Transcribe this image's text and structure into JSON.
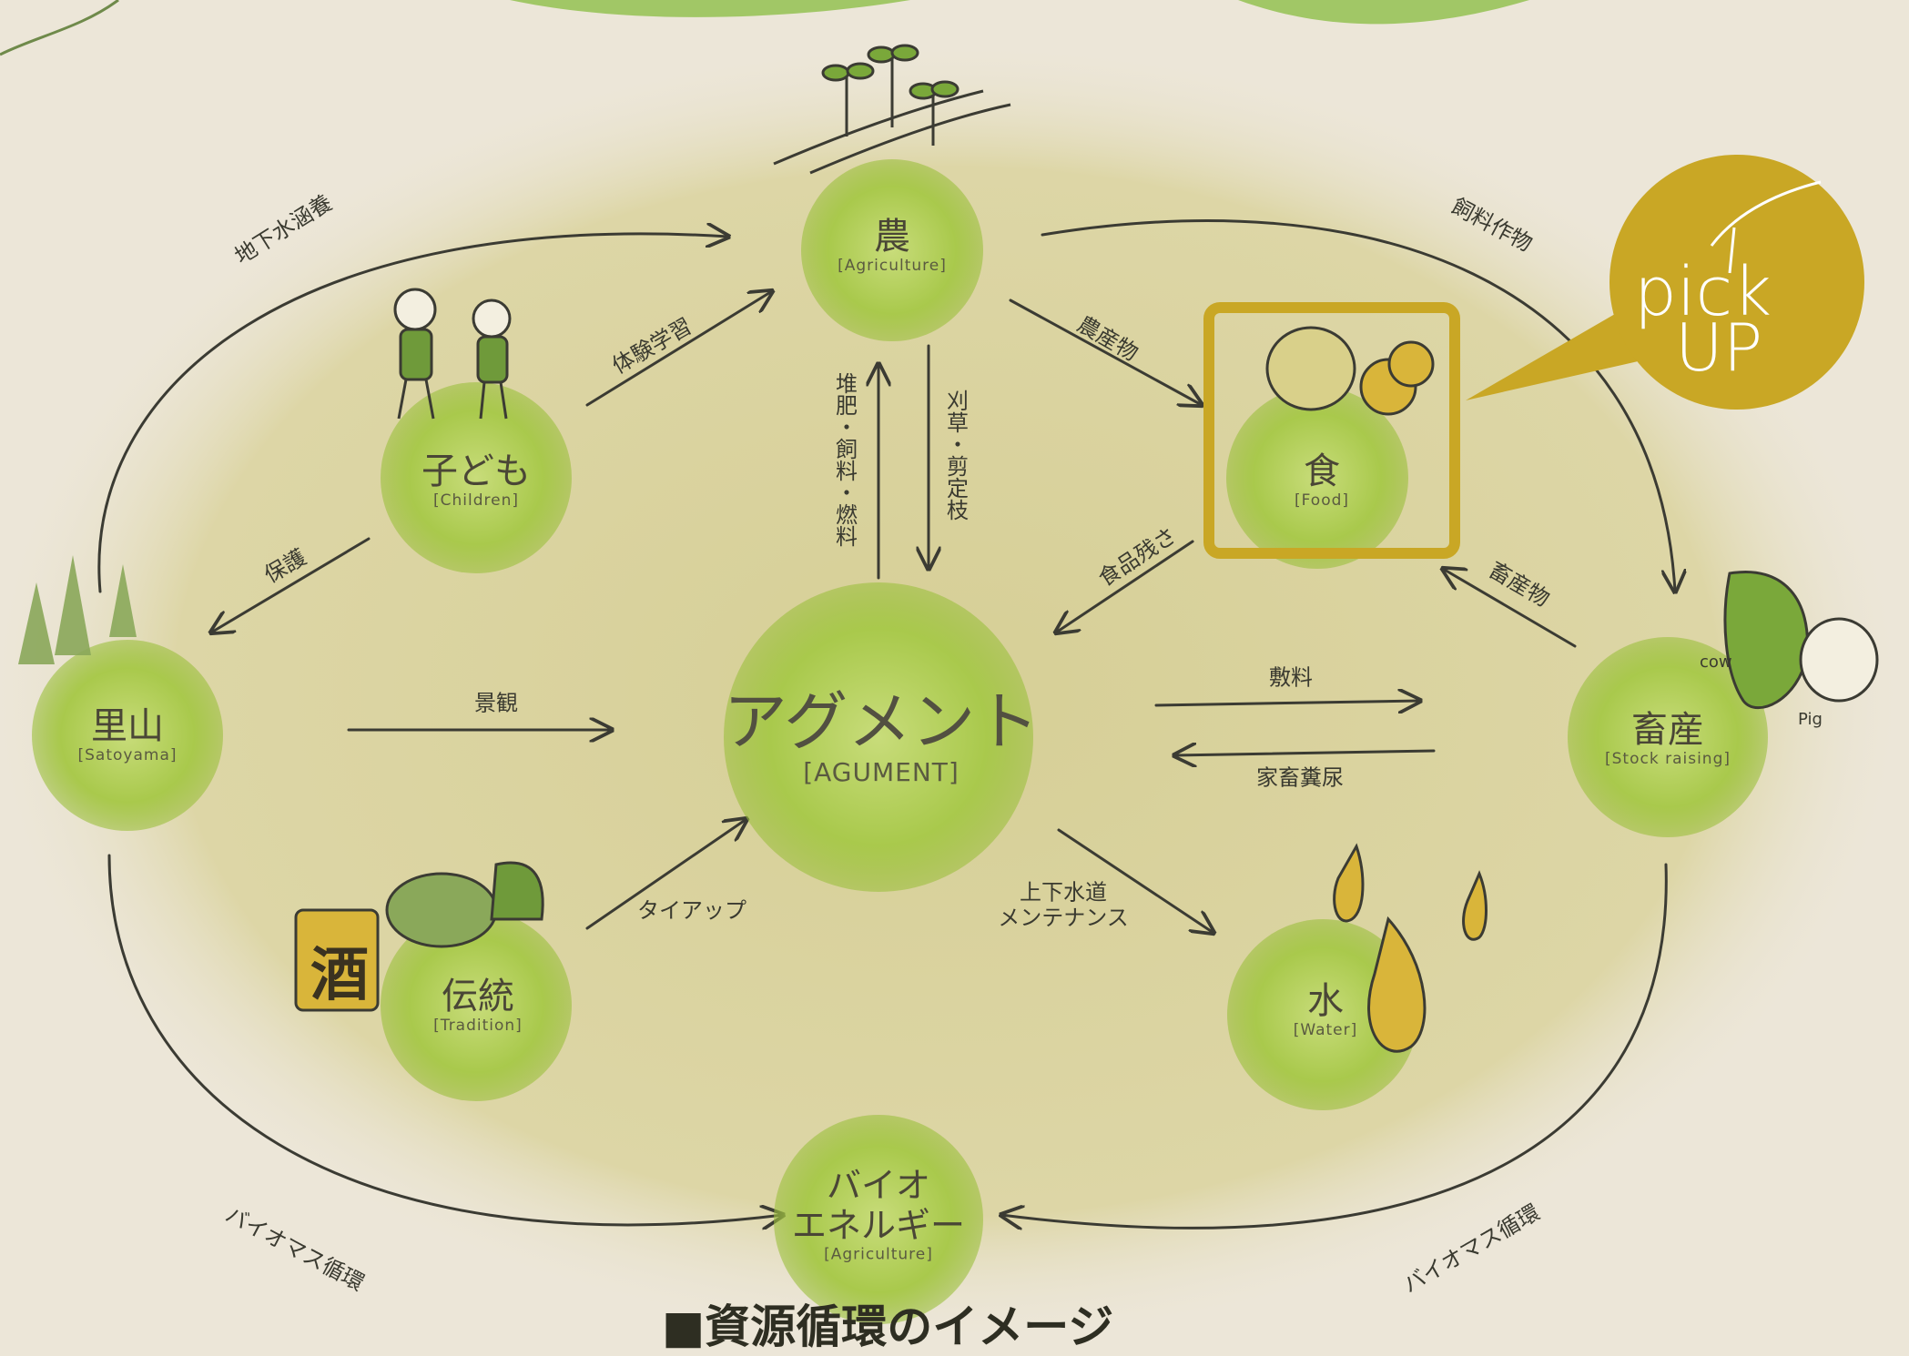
{
  "diagram": {
    "caption": "■資源循環のイメージ",
    "pickup_lines": [
      "pick",
      "UP"
    ],
    "nodes": {
      "agriculture": {
        "jp": "農",
        "en": "[Agriculture]"
      },
      "children": {
        "jp": "子ども",
        "en": "[Children]"
      },
      "food": {
        "jp": "食",
        "en": "[Food]"
      },
      "satoyama": {
        "jp": "里山",
        "en": "[Satoyama]"
      },
      "agument": {
        "jp": "アグメント",
        "en": "[AGUMENT]"
      },
      "stock": {
        "jp": "畜産",
        "en": "[Stock raising]"
      },
      "tradition": {
        "jp": "伝統",
        "en": "[Tradition]"
      },
      "water": {
        "jp": "水",
        "en": "[Water]"
      },
      "bioenergy": {
        "jp_line1": "バイオ",
        "jp_line2": "エネルギー",
        "en": "[Agriculture]"
      }
    },
    "edges": {
      "groundwater": "地下水涵養",
      "experience": "体験学習",
      "protection": "保護",
      "scenery": "景観",
      "compost": "堆肥・飼料・燃料",
      "mowing": "刈草・剪定枝",
      "farm_products": "農産物",
      "feed_crops": "飼料作物",
      "food_waste": "食品残さ",
      "livestock_products": "畜産物",
      "bedding": "敷料",
      "manure": "家畜糞尿",
      "tieup": "タイアップ",
      "water_maint": "上下水道\nメンテナンス",
      "biomass_left": "バイオマス循環",
      "biomass_right": "バイオマス循環"
    },
    "sake_label": "酒",
    "animal_labels": [
      "cow",
      "Pig"
    ]
  }
}
